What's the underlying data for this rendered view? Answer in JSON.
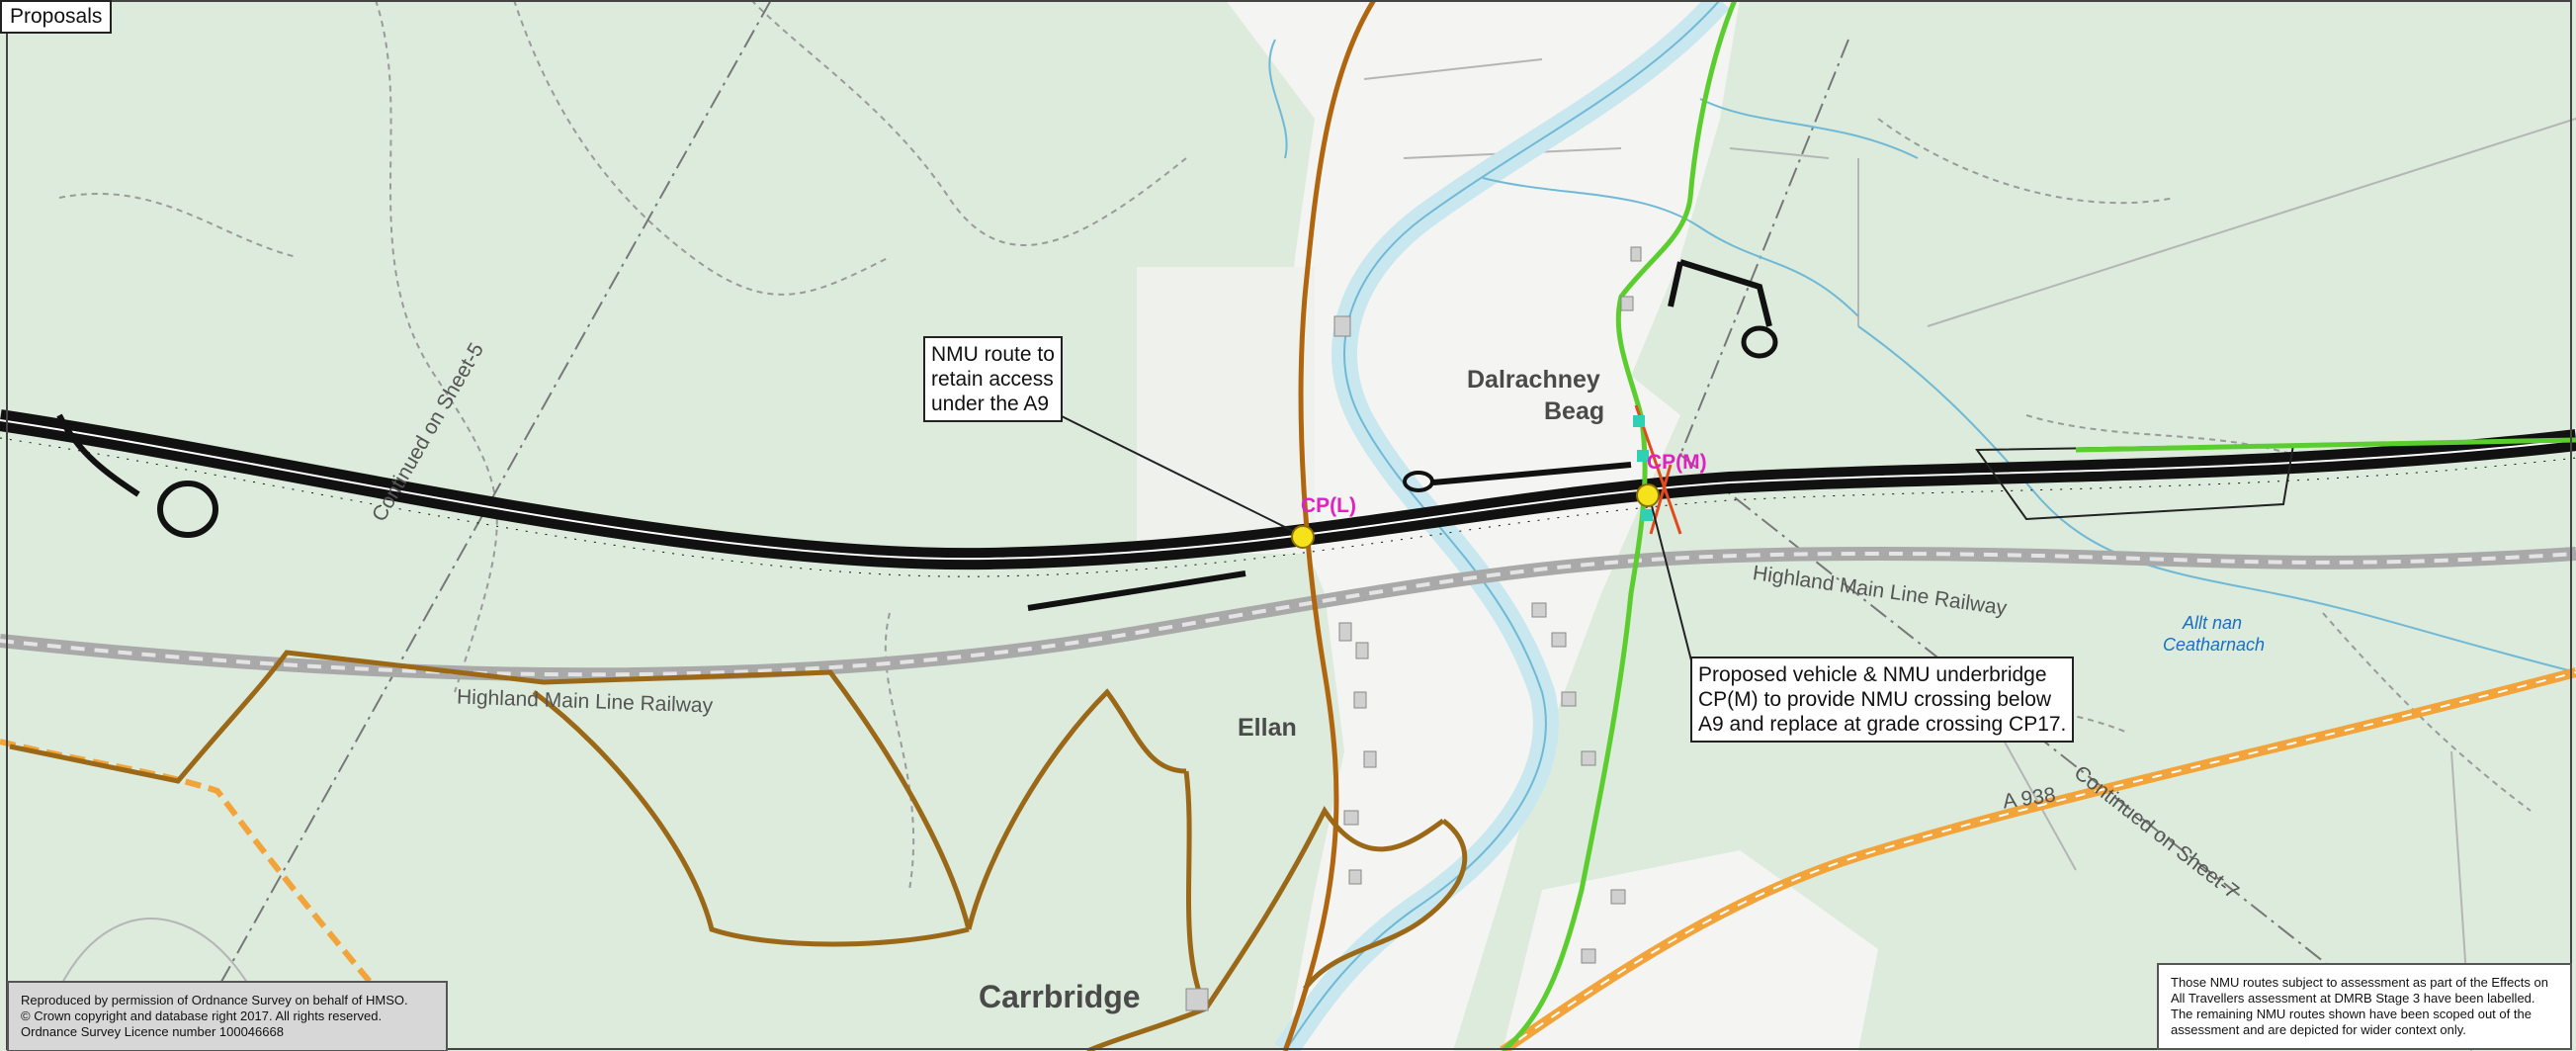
{
  "panel_title": "Proposals",
  "labels": {
    "dalrachney": "Dalrachney",
    "beag": "Beag",
    "ellan": "Ellan",
    "carrbridge": "Carrbridge",
    "cp_l": "CP(L)",
    "cp_m": "CP(M)",
    "railway_left": "Highland Main Line Railway",
    "railway_right": "Highland Main Line Railway",
    "sheet5": "Continued on Sheet-5",
    "sheet7": "Continued on Sheet-7",
    "a938": "A 938",
    "allt_line1": "Allt nan",
    "allt_line2": "Ceatharnach"
  },
  "callouts": {
    "nmu_access": {
      "line1": "NMU route to",
      "line2": "retain access",
      "line3": "under the A9"
    },
    "underbridge": {
      "line1": "Proposed vehicle & NMU underbridge",
      "line2": "CP(M)  to provide NMU crossing below",
      "line3": "A9 and replace at grade crossing CP17."
    }
  },
  "notes": {
    "copyright": {
      "line1": "Reproduced by permission of Ordnance Survey on behalf of HMSO.",
      "line2": "© Crown  copyright  and  database  right  2017.  All rights reserved.",
      "line3": "Ordnance Survey Licence number 100046668"
    },
    "assessment": {
      "line1": "Those NMU routes subject to assessment as part of the Effects on",
      "line2": "All Travellers assessment at DMRB Stage 3 have been labelled.",
      "line3": "The remaining NMU routes shown have been scoped out of the",
      "line4": "assessment and are depicted for wider context only."
    }
  },
  "colors": {
    "land": "#dcebdb",
    "water": "#c9e7ee",
    "river_line": "#6fb9d6",
    "water_label": "#1a6fc0",
    "a9": "#111111",
    "railway": "#a9a9a9",
    "road_brown": "#b0660f",
    "a938_orange": "#f2a33a",
    "nmu_green": "#5ccd2e",
    "nmu_brown": "#9a6817",
    "cp_marker": "#f5e21b",
    "cp_label": "#e020c0",
    "settlement": "#f4f4f2"
  },
  "icons": {
    "cp_marker": "yellow-circle-marker"
  }
}
